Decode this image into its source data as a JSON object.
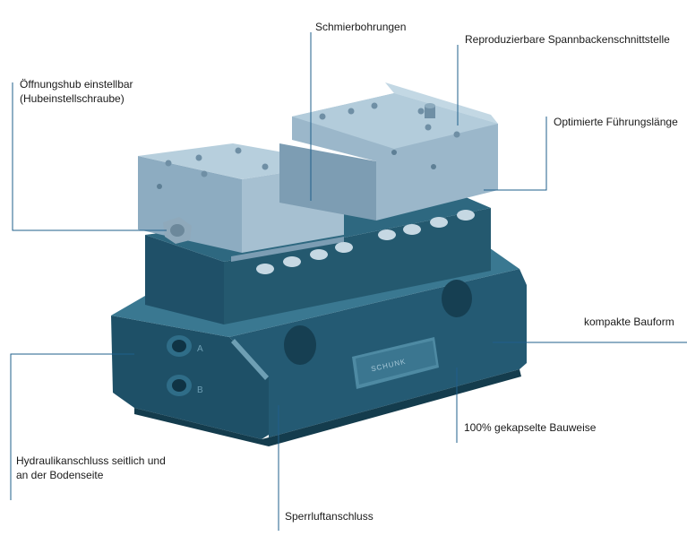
{
  "labels": {
    "schmier": "Schmierbohrungen",
    "reproduzier": "Reproduzierbare Spannbackenschnittstelle",
    "oeffnung_line1": "Öffnungshub einstellbar",
    "oeffnung_line2": "(Hubeinstellschraube)",
    "fuehrung": "Optimierte Führungslänge",
    "kompakt": "kompakte Bauform",
    "gekapselt": "100% gekapselte Bauweise",
    "hydraulik_line1": "Hydraulikanschluss seitlich und",
    "hydraulik_line2": "an der Bodenseite",
    "sperrluft": "Sperrluftanschluss"
  },
  "product": {
    "port_a": "A",
    "port_b": "B",
    "nameplate": "SCHUNK"
  },
  "colors": {
    "leader_line": "#1f5f8b",
    "base_dark": "#1d4e63",
    "base_mid": "#2b6680",
    "jaw_light": "#a9c2d3",
    "jaw_mid": "#7fa1b8"
  }
}
